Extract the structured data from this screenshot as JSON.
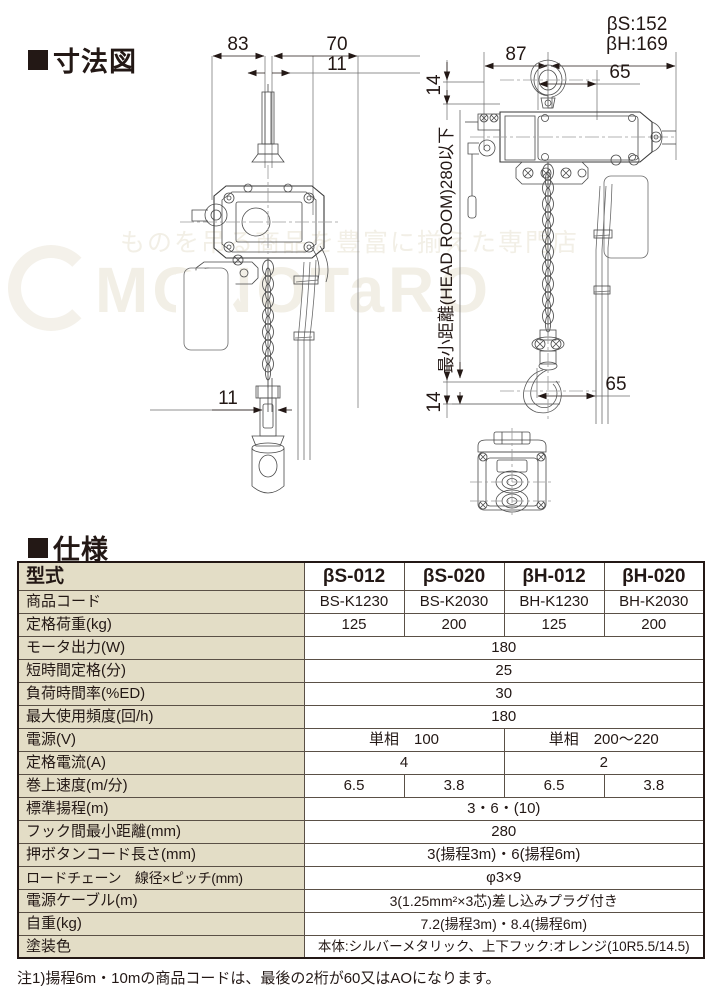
{
  "sections": {
    "dimensions_heading": "寸法図",
    "spec_heading": "仕様"
  },
  "watermark": {
    "sub": "ものを吊る商品を豊富に揃えた専門店",
    "main": "MONOTaRO"
  },
  "drawing_left": {
    "name": "front-view",
    "dim_top_left": "83",
    "dim_top_right": "70",
    "dim_top_inner": "11",
    "dim_bottom": "11"
  },
  "drawing_right": {
    "name": "side-view",
    "dim_total_s": "βS:152",
    "dim_total_h": "βH:169",
    "dim_body": "87",
    "dim_hook_top": "65",
    "dim_hook_bottom": "65",
    "dim_top_offset": "14",
    "dim_bottom_offset": "14",
    "headroom_label": "最小距離(HEAD ROOM)280以下"
  },
  "spec_table": {
    "header": {
      "label": "型式",
      "models": [
        "βS-012",
        "βS-020",
        "βH-012",
        "βH-020"
      ]
    },
    "rows": [
      {
        "label": "商品コード",
        "cells": [
          "BS-K1230",
          "BS-K2030",
          "BH-K1230",
          "BH-K2030"
        ],
        "spans": [
          1,
          1,
          1,
          1
        ]
      },
      {
        "label": "定格荷重(kg)",
        "cells": [
          "125",
          "200",
          "125",
          "200"
        ],
        "spans": [
          1,
          1,
          1,
          1
        ]
      },
      {
        "label": "モータ出力(W)",
        "cells": [
          "180"
        ],
        "spans": [
          4
        ]
      },
      {
        "label": "短時間定格(分)",
        "cells": [
          "25"
        ],
        "spans": [
          4
        ]
      },
      {
        "label": "負荷時間率(%ED)",
        "cells": [
          "30"
        ],
        "spans": [
          4
        ]
      },
      {
        "label": "最大使用頻度(回/h)",
        "cells": [
          "180"
        ],
        "spans": [
          4
        ]
      },
      {
        "label": "電源(V)",
        "cells": [
          "単相　100",
          "単相　200〜220"
        ],
        "spans": [
          2,
          2
        ]
      },
      {
        "label": "定格電流(A)",
        "cells": [
          "4",
          "2"
        ],
        "spans": [
          2,
          2
        ]
      },
      {
        "label": "巻上速度(m/分)",
        "cells": [
          "6.5",
          "3.8",
          "6.5",
          "3.8"
        ],
        "spans": [
          1,
          1,
          1,
          1
        ]
      },
      {
        "label": "標準揚程(m)",
        "cells": [
          "3・6・(10)"
        ],
        "spans": [
          4
        ]
      },
      {
        "label": "フック間最小距離(mm)",
        "cells": [
          "280"
        ],
        "spans": [
          4
        ]
      },
      {
        "label": "押ボタンコード長さ(mm)",
        "cells": [
          "3(揚程3m)・6(揚程6m)"
        ],
        "spans": [
          4
        ]
      },
      {
        "label": "ロードチェーン　線径×ピッチ(mm)",
        "cells": [
          "φ3×9"
        ],
        "spans": [
          4
        ]
      },
      {
        "label": "電源ケーブル(m)",
        "cells": [
          "3(1.25mm²×3芯)差し込みプラグ付き"
        ],
        "spans": [
          4
        ]
      },
      {
        "label": "自重(kg)",
        "cells": [
          "7.2(揚程3m)・8.4(揚程6m)"
        ],
        "spans": [
          4
        ]
      },
      {
        "label": "塗装色",
        "cells": [
          "本体:シルバーメタリック、上下フック:オレンジ(10R5.5/14.5)"
        ],
        "spans": [
          4
        ]
      }
    ]
  },
  "footnote": "注1)揚程6m・10mの商品コードは、最後の2桁が60又はAOになります。",
  "colors": {
    "text": "#231815",
    "label_cell_bg": "#e3ddc6",
    "table_border": "#231815",
    "watermark": "#f2efe6"
  }
}
